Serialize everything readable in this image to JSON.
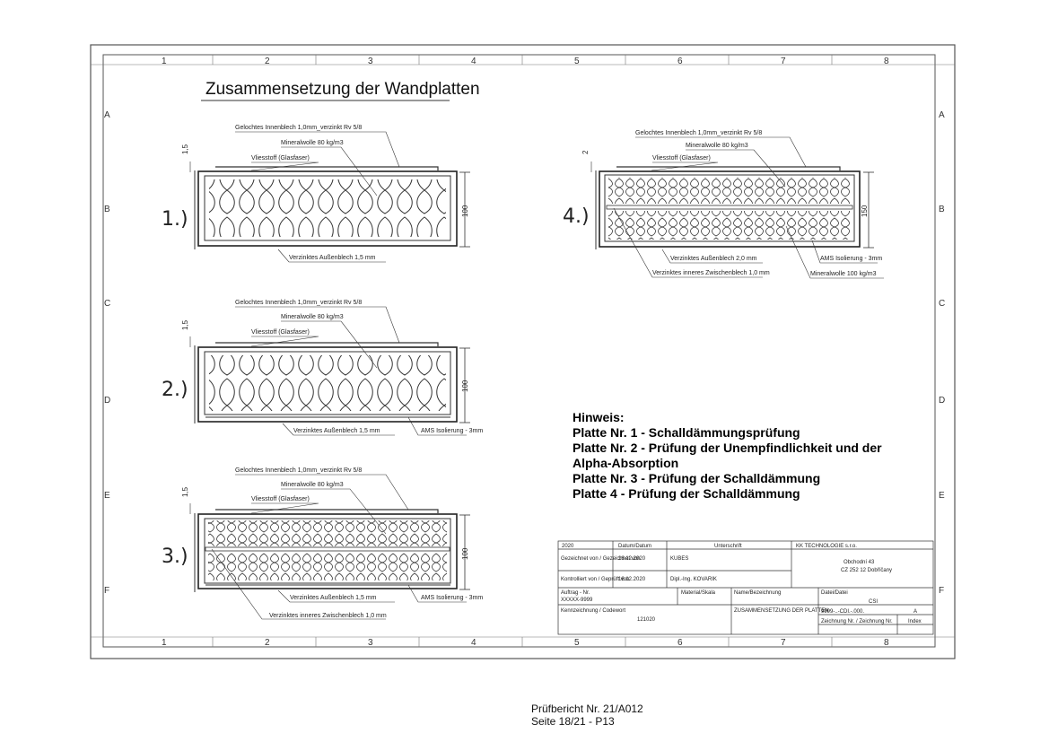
{
  "drawing": {
    "title": "Zusammensetzung der Wandplatten",
    "grid_columns": [
      "1",
      "2",
      "3",
      "4",
      "5",
      "6",
      "7",
      "8"
    ],
    "grid_rows": [
      "A",
      "B",
      "C",
      "D",
      "E",
      "F"
    ]
  },
  "plates": [
    {
      "number": "1.)",
      "thickness_top": "1,5",
      "height": "100",
      "labels": {
        "inner_sheet": "Gelochtes Innenblech 1,0mm_verzinkt Rv 5/8",
        "mineral_wool": "Mineralwolle 80 kg/m3",
        "fleece": "Vliesstoff (Glasfaser)",
        "outer_sheet": "Verzinktes Außenblech 1,5 mm"
      }
    },
    {
      "number": "2.)",
      "thickness_top": "1,5",
      "height": "100",
      "labels": {
        "inner_sheet": "Gelochtes Innenblech 1,0mm_verzinkt Rv 5/8",
        "mineral_wool": "Mineralwolle 80 kg/m3",
        "fleece": "Vliesstoff (Glasfaser)",
        "outer_sheet": "Verzinktes Außenblech 1,5 mm",
        "ams": "AMS Isolierung - 3mm"
      }
    },
    {
      "number": "3.)",
      "thickness_top": "1,5",
      "height": "100",
      "labels": {
        "inner_sheet": "Gelochtes Innenblech 1,0mm_verzinkt Rv 5/8",
        "mineral_wool": "Mineralwolle 80 kg/m3",
        "fleece": "Vliesstoff (Glasfaser)",
        "outer_sheet": "Verzinktes Außenblech 1,5 mm",
        "ams": "AMS Isolierung - 3mm",
        "inner_partition": "Verzinktes inneres Zwischenblech 1,0 mm"
      }
    },
    {
      "number": "4.)",
      "thickness_top": "2",
      "height": "150",
      "labels": {
        "inner_sheet": "Gelochtes Innenblech 1,0mm_verzinkt Rv 5/8",
        "mineral_wool": "Mineralwolle 80 kg/m3",
        "fleece": "Vliesstoff (Glasfaser)",
        "outer_sheet": "Verzinktes Außenblech 2,0 mm",
        "inner_partition": "Verzinktes inneres Zwischenblech 1,0 mm",
        "ams": "AMS Isolierung - 3mm",
        "mineral_wool_2": "Mineralwolle 100 kg/m3"
      }
    }
  ],
  "hint": {
    "title": "Hinweis:",
    "lines": [
      "Platte Nr. 1 - Schalldämmungsprüfung",
      "Platte Nr. 2 - Prüfung der Unempfindlichkeit und der Alpha-Absorption",
      "Platte Nr. 3 - Prüfung der Schalldämmung",
      "Platte 4 - Prüfung der Schalldämmung"
    ]
  },
  "title_block": {
    "year": "2020",
    "date_header": "Datum/Datum",
    "signature_header": "Unterschrift",
    "company": "KK TECHNOLOGIE s.r.o.",
    "address1": "Obchodní 43",
    "address2": "CZ 252 12 Dobříčany",
    "drawn_label": "Gezeichnet von / Gezeichnet von",
    "drawn_date": "16.12.2020",
    "drawn_name": "KUBES",
    "checked_label": "Kontrolliert von / Geprüft von",
    "checked_date": "16.12.2020",
    "checked_name": "Dipl.-Ing. KOVARIK",
    "order_label": "Auftrag - Nr.",
    "order_value": "XXXXX-9999",
    "material_label": "Material/Skala",
    "name_label": "Name/Bezeichnung",
    "date_label2": "Datei/Datei",
    "file_value": "CSI",
    "code_label": "Kennzeichnung / Codewort",
    "code_value": "121020",
    "drawing_name": "ZUSAMMENSETZUNG DER PLATTEN",
    "drawing_no": "9999-..-CDI.-.000.",
    "drawing_no_label": "Zeichnung Nr. / Zeichnung Nr.",
    "index_value": "A",
    "index_label": "Index"
  },
  "footer": {
    "report": "Prüfbericht Nr. 21/A012",
    "page": "Seite 18/21 - P13"
  }
}
